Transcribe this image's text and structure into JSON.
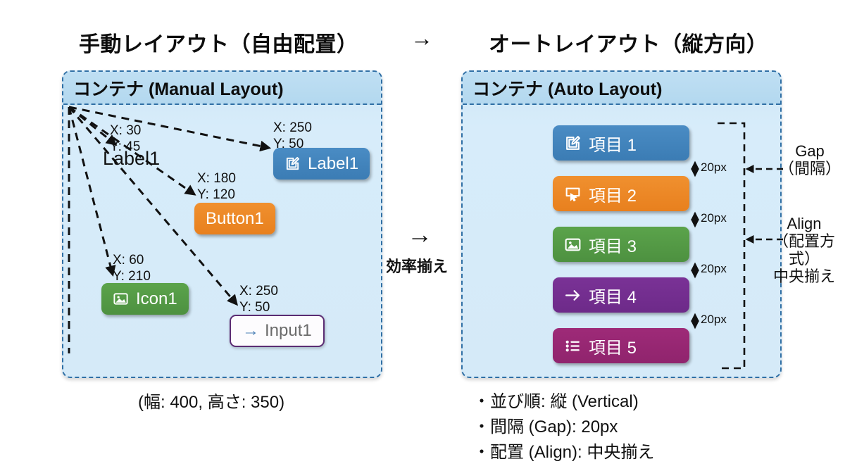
{
  "titles": {
    "left": "手動レイアウト（自由配置）",
    "arrow": "→",
    "right": "オートレイアウト（縦方向）"
  },
  "left_panel": {
    "header": "コンテナ (Manual Layout)",
    "caption": "(幅: 400, 高さ: 350)",
    "elements": [
      {
        "name": "Label1",
        "coord": "X: 30\nY: 45",
        "kind": "plain-text"
      },
      {
        "name": "Label1",
        "coord": "X: 250\nY: 50",
        "kind": "chip",
        "color": "#3b7cb4",
        "icon": "edit-square-icon"
      },
      {
        "name": "Button1",
        "coord": "X: 180\nY: 120",
        "kind": "chip",
        "color": "#e8801e",
        "icon": "none"
      },
      {
        "name": "Icon1",
        "coord": "X: 60\nY: 210",
        "kind": "chip",
        "color": "#4d9140",
        "icon": "image-icon"
      },
      {
        "name": "Input1",
        "coord": "X: 250\nY: 50",
        "kind": "input",
        "color": "#5b2c73",
        "icon": "arrow-right-icon"
      }
    ]
  },
  "middle": {
    "arrow": "→",
    "label": "効率揃え"
  },
  "right_panel": {
    "header": "コンテナ (Auto Layout)",
    "items": [
      {
        "label": "項目 1",
        "color": "#3b7cb4",
        "icon": "edit-square-icon"
      },
      {
        "label": "項目 2",
        "color": "#e8801e",
        "icon": "cursor-click-icon"
      },
      {
        "label": "項目 3",
        "color": "#4d9140",
        "icon": "image-icon"
      },
      {
        "label": "項目 4",
        "color": "#6d2a89",
        "icon": "arrow-right-icon"
      },
      {
        "label": "項目 5",
        "color": "#90246d",
        "icon": "list-bullet-icon"
      }
    ],
    "gaps": [
      "20px",
      "20px",
      "20px",
      "20px"
    ],
    "annotations": {
      "gap": "Gap\n（間隔）",
      "align": "Align\n（配置方式）\n中央揃え"
    },
    "specs": [
      "・並び順: 縦 (Vertical)",
      "・間隔 (Gap): 20px",
      "・配置 (Align): 中央揃え"
    ]
  },
  "colors": {
    "container_border": "#2f6fa5",
    "container_fill": "#d5eaf8",
    "header_fill": "#b3d8ef",
    "background": "#ffffff",
    "text": "#111111"
  }
}
